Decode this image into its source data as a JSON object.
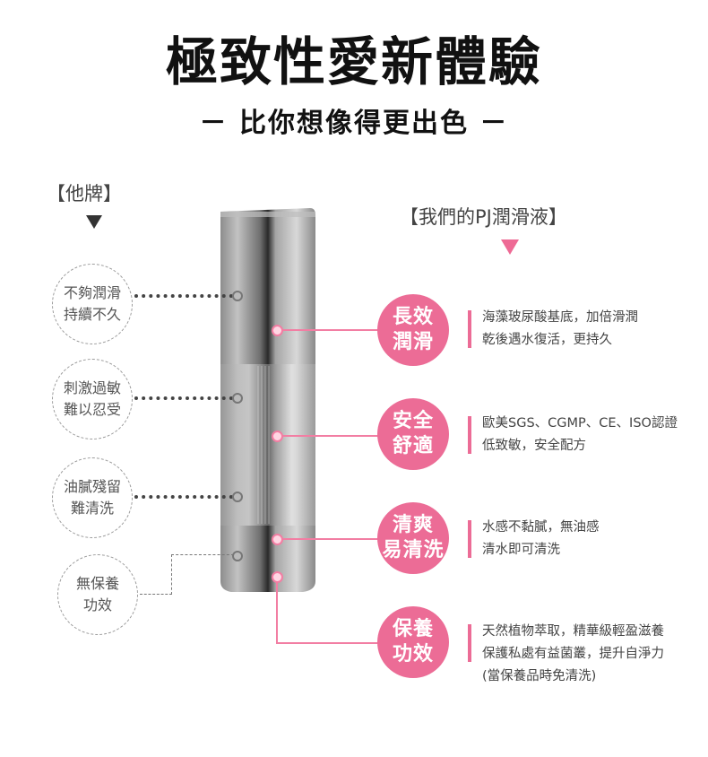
{
  "title": "極致性愛新體驗",
  "subtitle": "－ 比你想像得更出色 －",
  "left_header": "【他牌】",
  "right_header": "【我們的PJ潤滑液】",
  "competitor_points": [
    {
      "line1": "不夠潤滑",
      "line2": "持續不久"
    },
    {
      "line1": "刺激過敏",
      "line2": "難以忍受"
    },
    {
      "line1": "油膩殘留",
      "line2": "難清洗"
    },
    {
      "line1": "無保養",
      "line2": "功效"
    }
  ],
  "features": [
    {
      "line1": "長效",
      "line2": "潤滑",
      "desc": [
        "海藻玻尿酸基底，加倍滑潤",
        "乾後遇水復活，更持久"
      ]
    },
    {
      "line1": "安全",
      "line2": "舒適",
      "desc": [
        "歐美SGS、CGMP、CE、ISO認證",
        "低致敏，安全配方"
      ]
    },
    {
      "line1": "清爽",
      "line2": "易清洗",
      "desc": [
        "水感不黏膩，無油感",
        "清水即可清洗"
      ]
    },
    {
      "line1": "保養",
      "line2": "功效",
      "desc": [
        "天然植物萃取，精華級輕盈滋養",
        "保護私處有益菌叢，提升自淨力",
        "(當保養品時免清洗)"
      ]
    }
  ],
  "colors": {
    "accent": "#ec6c96",
    "dark": "#333333"
  }
}
